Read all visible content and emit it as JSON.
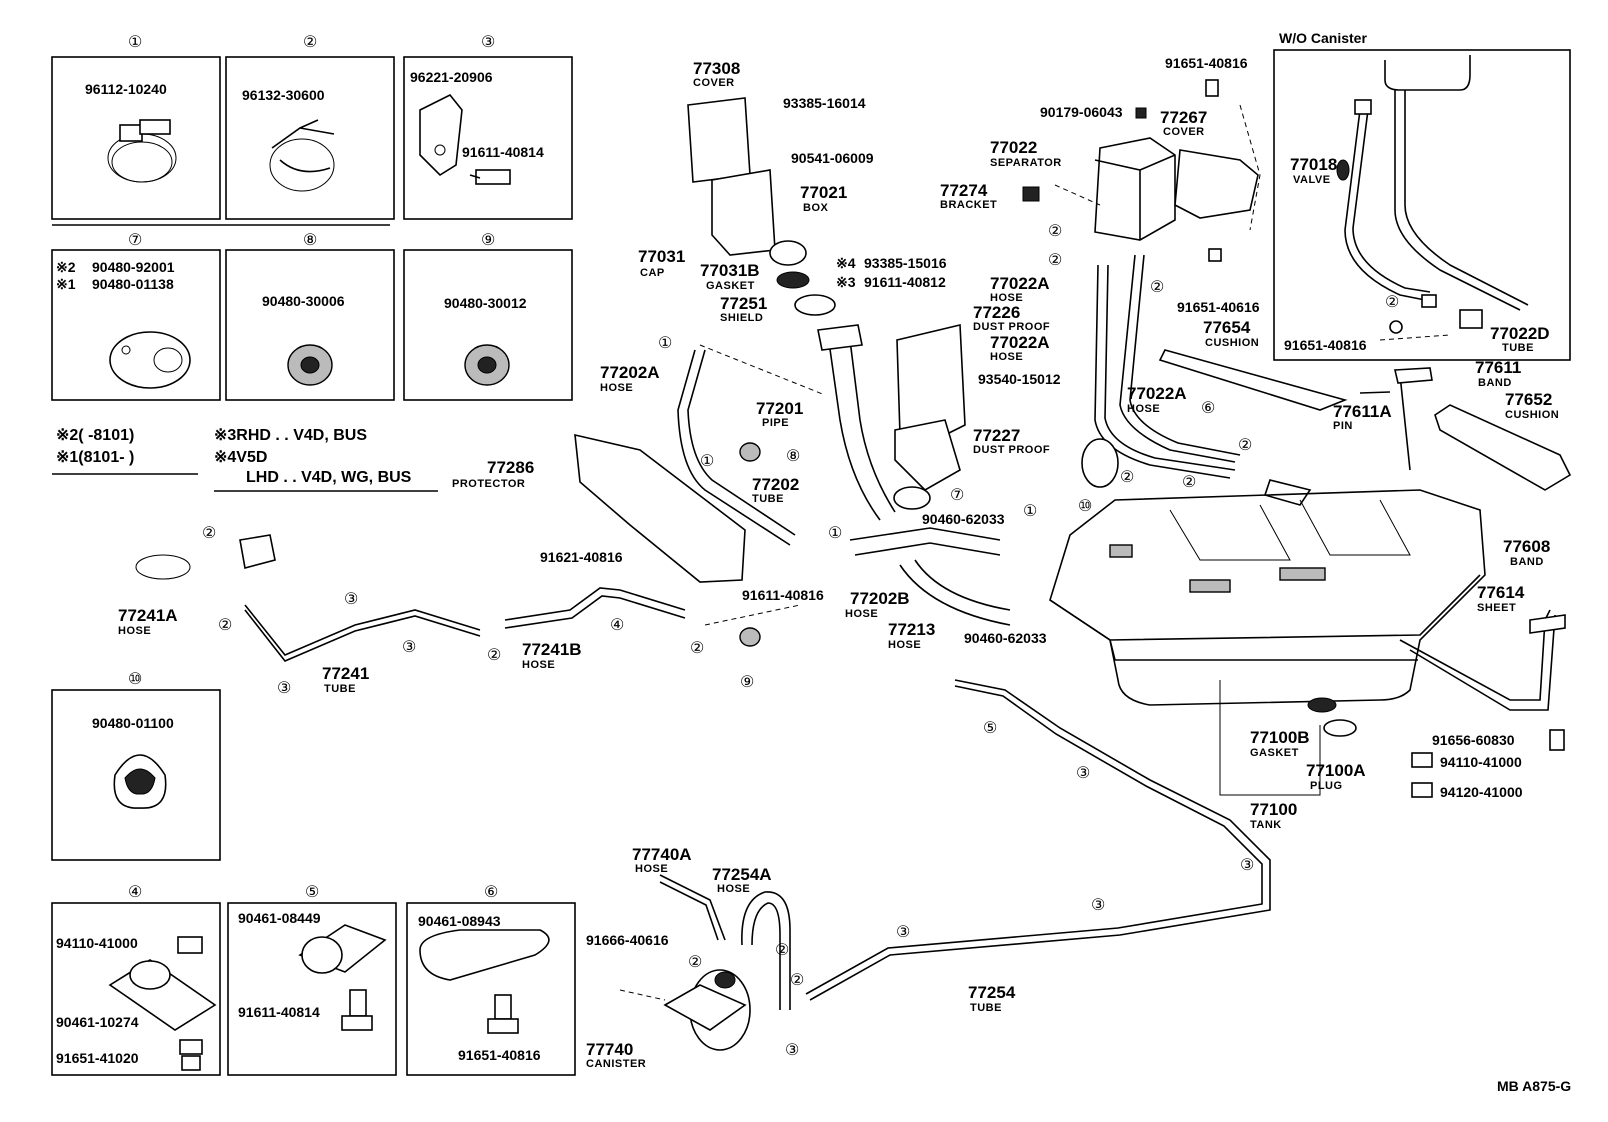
{
  "header": {
    "variant_label": "W/O Canister"
  },
  "footer": {
    "code": "MB  A875-G"
  },
  "detail_panels": [
    {
      "ref": "①",
      "parts": [
        "96112-10240"
      ]
    },
    {
      "ref": "②",
      "parts": [
        "96132-30600"
      ]
    },
    {
      "ref": "③",
      "parts": [
        "96221-20906",
        "91611-40814"
      ]
    },
    {
      "ref": "⑦",
      "parts": [
        "90480-92001",
        "90480-01138"
      ],
      "marks": [
        "※2",
        "※1"
      ]
    },
    {
      "ref": "⑧",
      "parts": [
        "90480-30006"
      ]
    },
    {
      "ref": "⑨",
      "parts": [
        "90480-30012"
      ]
    },
    {
      "ref": "⑩",
      "parts": [
        "90480-01100"
      ]
    },
    {
      "ref": "④",
      "parts": [
        "94110-41000",
        "90461-10274",
        "91651-41020"
      ]
    },
    {
      "ref": "⑤",
      "parts": [
        "90461-08449",
        "91611-40814"
      ]
    },
    {
      "ref": "⑥",
      "parts": [
        "90461-08943",
        "91651-40816"
      ]
    }
  ],
  "notes": [
    "※2(        -8101)",
    "※1(8101-        )",
    "※3RHD . . V4D, BUS",
    "※4V5D",
    "LHD . . V4D, WG, BUS"
  ],
  "labeled_parts": [
    {
      "no": "77308",
      "name": "COVER"
    },
    {
      "no": "93385-16014",
      "name": ""
    },
    {
      "no": "90541-06009",
      "name": ""
    },
    {
      "no": "77021",
      "name": "BOX"
    },
    {
      "no": "77031",
      "name": "CAP"
    },
    {
      "no": "77031B",
      "name": "GASKET"
    },
    {
      "no": "77251",
      "name": "SHIELD"
    },
    {
      "no": "93385-15016",
      "name": "",
      "mark": "※4"
    },
    {
      "no": "91611-40812",
      "name": "",
      "mark": "※3"
    },
    {
      "no": "77202A",
      "name": "HOSE"
    },
    {
      "no": "77201",
      "name": "PIPE"
    },
    {
      "no": "77226",
      "name": "DUST PROOF"
    },
    {
      "no": "77227",
      "name": "DUST PROOF"
    },
    {
      "no": "77286",
      "name": "PROTECTOR"
    },
    {
      "no": "77202",
      "name": "TUBE"
    },
    {
      "no": "90460-62033",
      "name": ""
    },
    {
      "no": "91621-40816",
      "name": ""
    },
    {
      "no": "91611-40816",
      "name": ""
    },
    {
      "no": "77202B",
      "name": "HOSE"
    },
    {
      "no": "77213",
      "name": "HOSE"
    },
    {
      "no": "90460-62033",
      "name": ""
    },
    {
      "no": "77241A",
      "name": "HOSE"
    },
    {
      "no": "77241",
      "name": "TUBE"
    },
    {
      "no": "77241B",
      "name": "HOSE"
    },
    {
      "no": "91651-40816",
      "name": ""
    },
    {
      "no": "90179-06043",
      "name": ""
    },
    {
      "no": "77267",
      "name": "COVER"
    },
    {
      "no": "77022",
      "name": "SEPARATOR"
    },
    {
      "no": "77274",
      "name": "BRACKET"
    },
    {
      "no": "77022A",
      "name": "HOSE"
    },
    {
      "no": "77022A",
      "name": "HOSE"
    },
    {
      "no": "91651-40616",
      "name": ""
    },
    {
      "no": "93540-15012",
      "name": ""
    },
    {
      "no": "77022A",
      "name": "HOSE"
    },
    {
      "no": "77654",
      "name": "CUSHION"
    },
    {
      "no": "77611",
      "name": "BAND"
    },
    {
      "no": "77611A",
      "name": "PIN"
    },
    {
      "no": "77652",
      "name": "CUSHION"
    },
    {
      "no": "77608",
      "name": "BAND"
    },
    {
      "no": "77614",
      "name": "SHEET"
    },
    {
      "no": "77100B",
      "name": "GASKET"
    },
    {
      "no": "77100A",
      "name": "PLUG"
    },
    {
      "no": "77100",
      "name": "TANK"
    },
    {
      "no": "91656-60830",
      "name": ""
    },
    {
      "no": "94110-41000",
      "name": ""
    },
    {
      "no": "94120-41000",
      "name": ""
    },
    {
      "no": "77018",
      "name": "VALVE"
    },
    {
      "no": "91651-40816",
      "name": ""
    },
    {
      "no": "77022D",
      "name": "TUBE"
    },
    {
      "no": "77740A",
      "name": "HOSE"
    },
    {
      "no": "77254A",
      "name": "HOSE"
    },
    {
      "no": "91666-40616",
      "name": ""
    },
    {
      "no": "77740",
      "name": "CANISTER"
    },
    {
      "no": "77254",
      "name": "TUBE"
    }
  ],
  "refs": [
    "①",
    "②",
    "③",
    "④",
    "⑤",
    "⑥",
    "⑦",
    "⑧",
    "⑨",
    "⑩"
  ]
}
